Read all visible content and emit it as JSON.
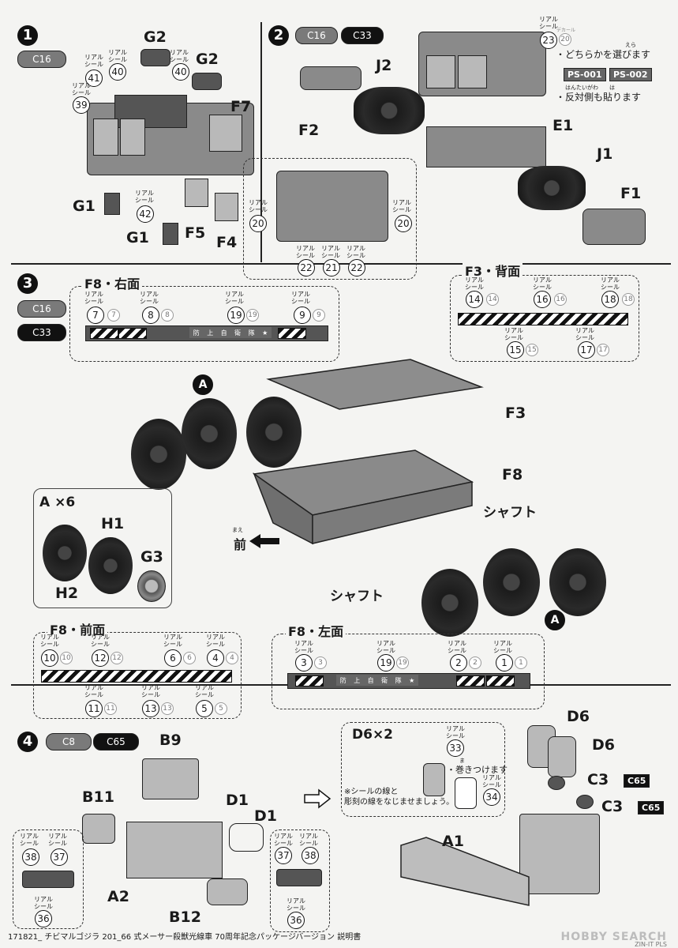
{
  "steps": {
    "s1": {
      "num": "1",
      "color_chip": "C16"
    },
    "s2": {
      "num": "2",
      "color_chip1": "C16",
      "color_chip2": "C33"
    },
    "s3": {
      "num": "3",
      "color_chip1": "C16",
      "color_chip2": "C33"
    },
    "s4": {
      "num": "4",
      "color_chip1": "C8",
      "color_chip2": "C65"
    }
  },
  "seal_label": "リアル\nシール",
  "decal_label": "デカール",
  "step1": {
    "parts": [
      "G2",
      "G2",
      "F7",
      "G1",
      "G1",
      "F5",
      "F4"
    ],
    "seals": [
      "41",
      "40",
      "40",
      "39",
      "42"
    ]
  },
  "step2": {
    "parts": [
      "J2",
      "F2",
      "E1",
      "J1",
      "F1"
    ],
    "seal_top": "23",
    "seal_top_decal": "20",
    "choose_text": "・どちらかを選びます",
    "choose_ruby": "えら",
    "ps1": "PS-001",
    "ps2": "PS-002",
    "opposite_text": "・反対側も貼ります",
    "opposite_ruby": "はんたいがわ　　は",
    "inset_seals": [
      "20",
      "20",
      "22",
      "21",
      "22"
    ]
  },
  "step3": {
    "right_title": "F8・右面",
    "right_seals": [
      "7",
      "8",
      "19",
      "9"
    ],
    "right_decals": [
      "7",
      "8",
      "19",
      "9"
    ],
    "back_title": "F3・背面",
    "back_top": [
      "14",
      "16",
      "18"
    ],
    "back_bottom": [
      "15",
      "17"
    ],
    "front_title": "F8・前面",
    "front_top": [
      "10",
      "12",
      "6",
      "4"
    ],
    "front_bottom": [
      "11",
      "13",
      "5"
    ],
    "left_title": "F8・左面",
    "left_seals": [
      "3",
      "19",
      "2",
      "1"
    ],
    "parts": [
      "A",
      "F3",
      "F8",
      "A",
      "H1",
      "G3",
      "H2"
    ],
    "a_times": "A ×6",
    "shaft": "シャフト",
    "front_ruby": "まえ",
    "front": "前",
    "panel_chars": [
      "防",
      "上",
      "自",
      "衛",
      "隊",
      "★"
    ]
  },
  "step4": {
    "parts": [
      "B9",
      "B11",
      "D1",
      "D1",
      "A2",
      "B12",
      "D6",
      "D6",
      "C3",
      "C3",
      "A1"
    ],
    "c65": "C65",
    "d6x2": "D6×2",
    "seal33": "33",
    "seal34": "34",
    "wrap_text": "・巻きつけます",
    "wrap_ruby": "ま",
    "note_text": "※シールの線と\n彫刻の線をなじませましょう。",
    "left_seals": [
      "38",
      "37",
      "36"
    ],
    "right_seals": [
      "37",
      "38",
      "36"
    ]
  },
  "footer": "171821_ チビマルゴジラ 201_66 式メーサー殺獣光線車 70周年記念パッケージバージョン 説明書",
  "watermark": "HOBBY SEARCH",
  "corner_code": "ZIN-IT PLS"
}
